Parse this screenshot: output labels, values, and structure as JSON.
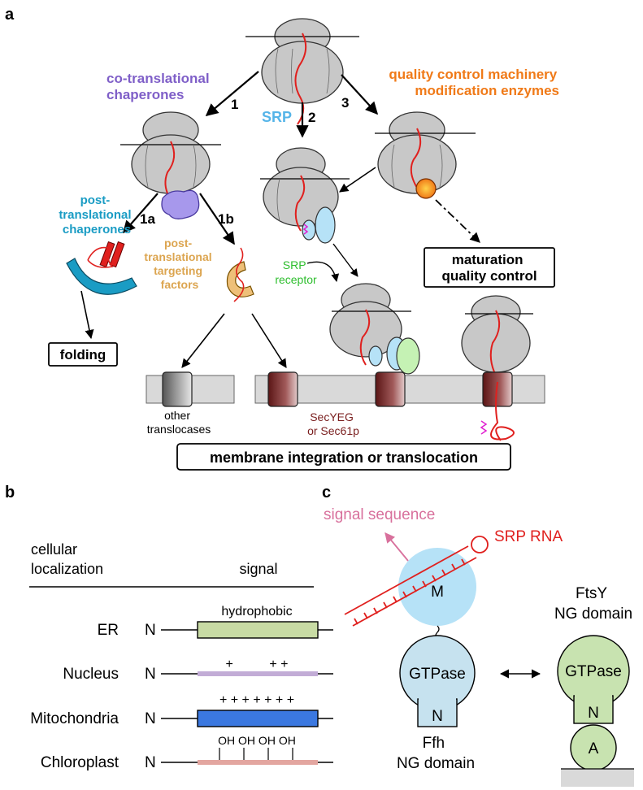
{
  "panel_a": {
    "label": "a",
    "cotrans": [
      "co-translational",
      "chaperones"
    ],
    "quality": [
      "quality control machinery",
      "modification enzymes"
    ],
    "srp": "SRP",
    "step1": "1",
    "step2": "2",
    "step3": "3",
    "step1a": "1a",
    "step1b": "1b",
    "posttrans_chap": [
      "post-",
      "translational",
      "chaperones"
    ],
    "posttrans_target": [
      "post-",
      "translational",
      "targeting",
      "factors"
    ],
    "srp_receptor": [
      "SRP",
      "receptor"
    ],
    "folding": "folding",
    "maturation": [
      "maturation",
      "quality control"
    ],
    "other_translocases": [
      "other",
      "translocases"
    ],
    "secyeg": [
      "SecYEG",
      "or Sec61p"
    ],
    "membrane": "membrane integration or translocation"
  },
  "panel_b": {
    "label": "b",
    "col_header": [
      "cellular",
      "localization"
    ],
    "signal_header": "signal",
    "rows": [
      {
        "name": "ER",
        "n": "N",
        "annotation": "hydrophobic"
      },
      {
        "name": "Nucleus",
        "n": "N",
        "annotation": "+          + +"
      },
      {
        "name": "Mitochondria",
        "n": "N",
        "annotation": "+ + + + + + +"
      },
      {
        "name": "Chloroplast",
        "n": "N",
        "annotation": "OH OH OH OH"
      }
    ]
  },
  "panel_c": {
    "label": "c",
    "signal_sequence": "signal sequence",
    "srp_rna": "SRP RNA",
    "m": "M",
    "gtpase_left": "GTPase",
    "n_left": "N",
    "ffh": [
      "Ffh",
      "NG domain"
    ],
    "ftsy": [
      "FtsY",
      "NG domain"
    ],
    "gtpase_right": "GTPase",
    "n_right": "N",
    "a": "A"
  },
  "colors": {
    "purple": "#7f5fc8",
    "orange": "#f07a18",
    "srp_blue": "#55b4e8",
    "teal": "#1a9cc4",
    "tan": "#dca550",
    "green": "#2dbe2d",
    "maroon": "#7a1e1e",
    "red": "#e0201e",
    "pink": "#d8709c",
    "er_green": "#c8dba4",
    "nuc_purple": "#c2acd6",
    "mito_blue": "#3b78e0",
    "chloro_pink": "#e3a6a0",
    "srp_lightblue": "#b6e2f7",
    "ng_blue": "#c6e2ef",
    "ng_green": "#c8e3b0"
  }
}
